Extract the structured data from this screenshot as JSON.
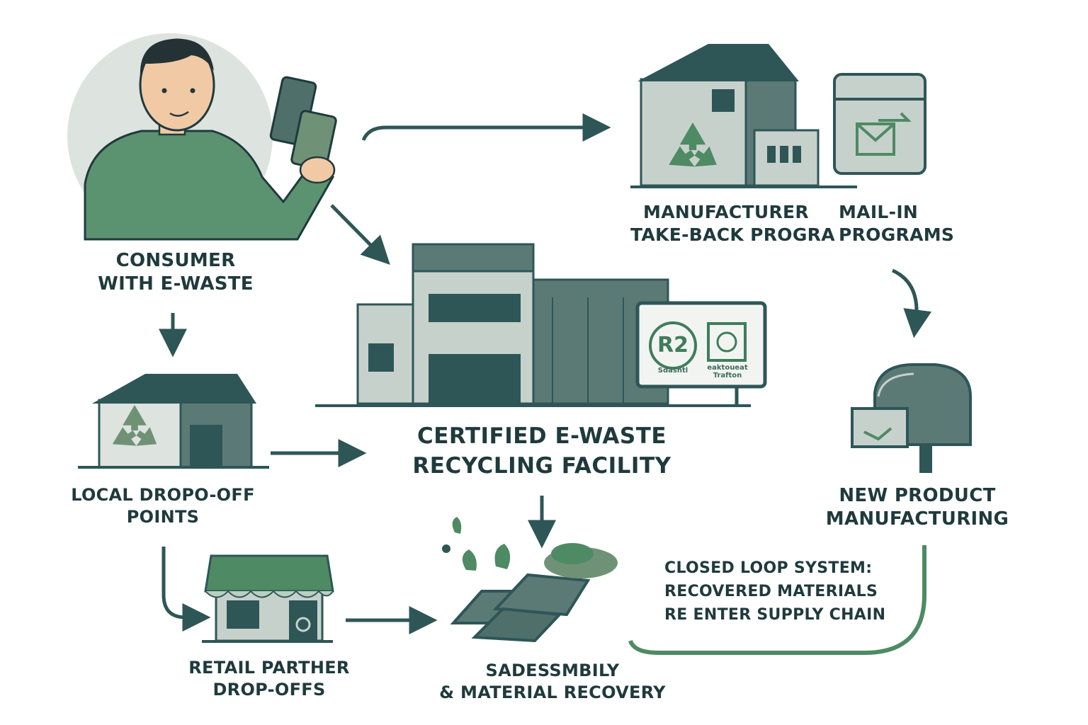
{
  "nodes": {
    "consumer": {
      "line1": "CONSUMER",
      "line2": "WITH E-WASTE"
    },
    "manufacturer": {
      "line1": "MANUFACTURER",
      "line2": "TAKE-BACK PROGRA"
    },
    "mail_in": {
      "line1": "MAIL-IN",
      "line2": "PROGRAMS"
    },
    "facility": {
      "line1": "CERTIFIED E-WASTE",
      "line2": "RECYCLING FACILITY"
    },
    "local_dropoff": {
      "line1": "LOCAL DROPO-OFF",
      "line2": "POINTS"
    },
    "new_product": {
      "line1": "NEW PRODUCT",
      "line2": "MANUFACTURING"
    },
    "retail": {
      "line1": "RETAIL PARTHER",
      "line2": "DROP-OFFS"
    },
    "recovery": {
      "line1": "SADESSMBILY",
      "line2": "& MATERIAL RECOVERY"
    }
  },
  "closed_loop": {
    "line1": "CLOSED LOOP SYSTEM:",
    "line2": "RECOVERED MATERIALS",
    "line3": "RE ENTER SUPPLY CHAIN"
  },
  "signage": {
    "r2_badge": "R2",
    "r2_caption": "Sdasntl",
    "cert_caption_1": "eaktoueat",
    "cert_caption_2": "Trafton"
  },
  "colors": {
    "dark": "#2e5657",
    "mid": "#5b7a76",
    "light": "#c7d1cc",
    "green": "#4e8a63",
    "light_green": "#b9cfc0",
    "text": "#1f3a3d"
  }
}
